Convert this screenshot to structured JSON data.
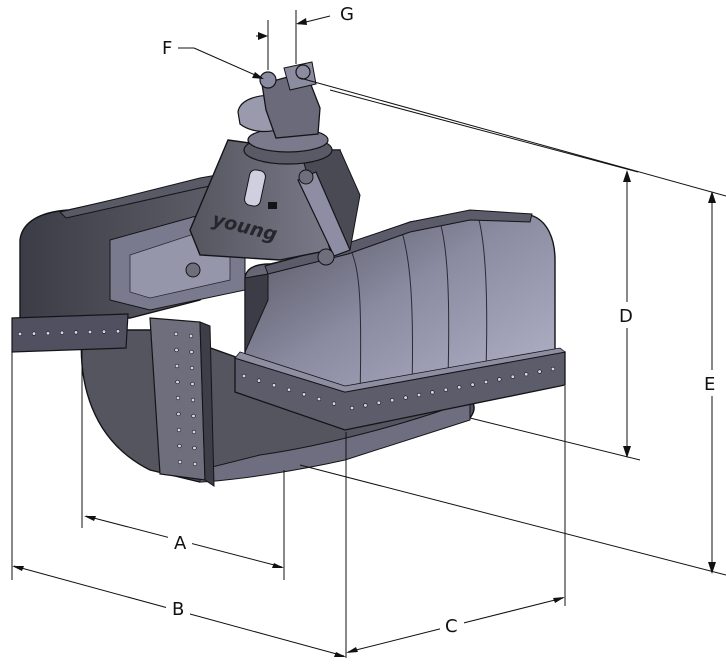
{
  "diagram": {
    "brand_text": "young",
    "colors": {
      "background": "#ffffff",
      "steel_dark": "#4c4c56",
      "steel_mid": "#6b6b78",
      "steel_light": "#8c8c9e",
      "steel_highlight": "#b2b2c6",
      "outline": "#141418",
      "dimension_line": "#111111"
    },
    "dimension_labels": {
      "A": "A",
      "B": "B",
      "C": "C",
      "D": "D",
      "E": "E",
      "F": "F",
      "G": "G"
    }
  }
}
